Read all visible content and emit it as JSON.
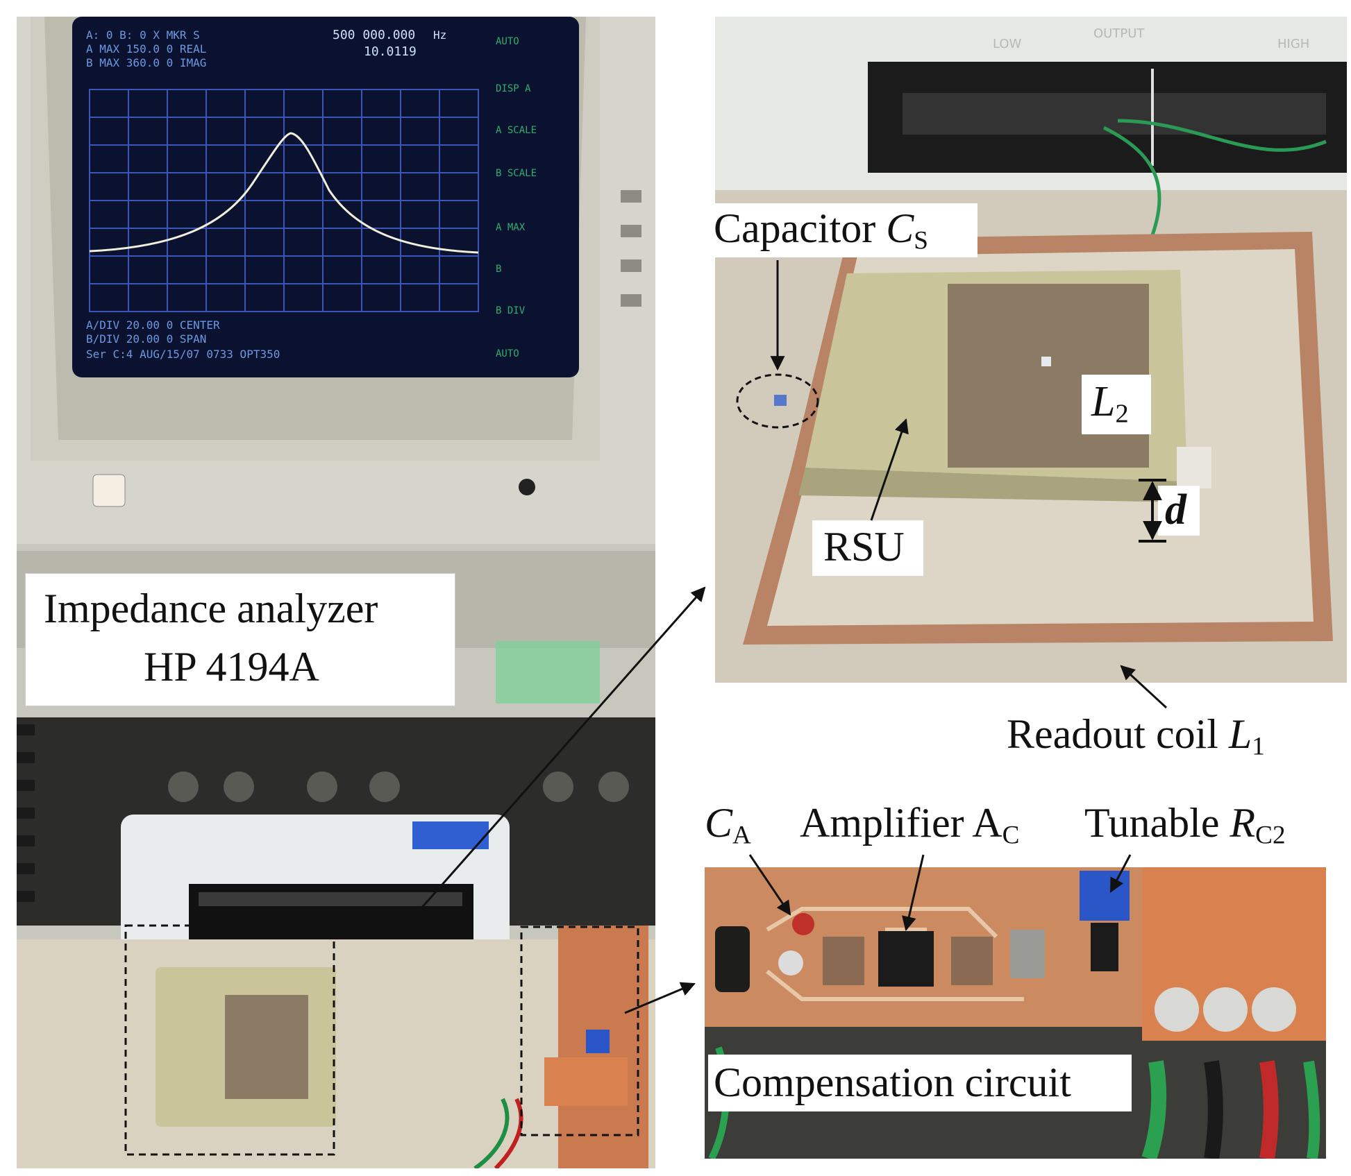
{
  "colors": {
    "screen_bg": "#0a1230",
    "screen_grid": "#3a56b8",
    "trace": "#f1eedc",
    "pcb_green": "#c9c49a",
    "copper": "#c97a4e",
    "terminal_orange": "#d9824f",
    "bezel": "#d2d0c4"
  },
  "labels": {
    "analyzer_line1": "Impedance analyzer",
    "analyzer_line2": "HP 4194A",
    "capacitor_text": "Capacitor ",
    "capacitor_sym": "C",
    "capacitor_sub": "S",
    "l2_sym": "L",
    "l2_sub": "2",
    "d_sym": "d",
    "rsu": "RSU",
    "readout_text": "Readout coil ",
    "readout_sym": "L",
    "readout_sub": "1",
    "ca_sym": "C",
    "ca_sub": "A",
    "amp_text": "Amplifier A",
    "amp_sub": "C",
    "tunable_text": "Tunable ",
    "tunable_sym": "R",
    "tunable_sub": "C2",
    "compensation": "Compensation circuit"
  },
  "screen": {
    "freq_readout": "500 000.000",
    "freq_unit": "Hz",
    "value_readout": "10.0119"
  },
  "icons": {
    "arrow": "arrow-icon",
    "ellipse": "dashed-ellipse-icon"
  }
}
